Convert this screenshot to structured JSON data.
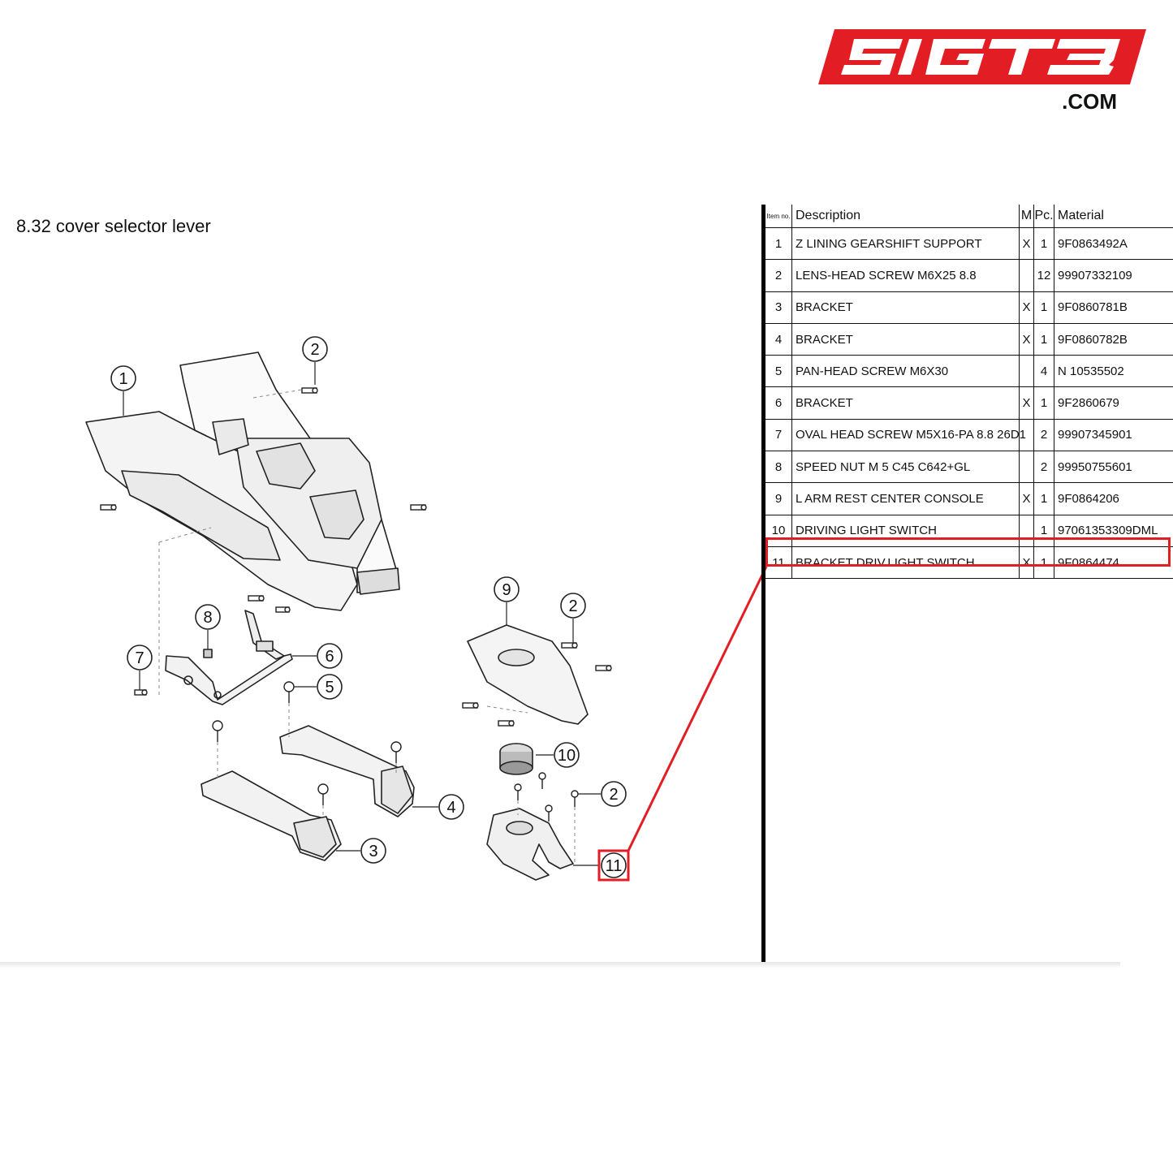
{
  "brand": {
    "logo_text": "SIGTB",
    "domain_text": ".COM",
    "accent_color": "#e31d24"
  },
  "section_title": "8.32  cover selector lever",
  "table": {
    "headers": {
      "item": "Item no.",
      "description": "Description",
      "m": "M",
      "pc": "Pc.",
      "material": "Material"
    },
    "rows": [
      {
        "item": "1",
        "description": "Z LINING GEARSHIFT SUPPORT",
        "m": "X",
        "pc": "1",
        "material": "9F0863492A"
      },
      {
        "item": "2",
        "description": "LENS-HEAD SCREW M6X25 8.8",
        "m": "",
        "pc": "12",
        "material": "99907332109"
      },
      {
        "item": "3",
        "description": "BRACKET",
        "m": "X",
        "pc": "1",
        "material": "9F0860781B"
      },
      {
        "item": "4",
        "description": "BRACKET",
        "m": "X",
        "pc": "1",
        "material": "9F0860782B"
      },
      {
        "item": "5",
        "description": "PAN-HEAD SCREW M6X30",
        "m": "",
        "pc": "4",
        "material": "N 10535502"
      },
      {
        "item": "6",
        "description": "BRACKET",
        "m": "X",
        "pc": "1",
        "material": "9F2860679"
      },
      {
        "item": "7",
        "description": "OVAL HEAD SCREW M5X16-PA 8.8 26D1",
        "m": "",
        "pc": "2",
        "material": "99907345901"
      },
      {
        "item": "8",
        "description": "SPEED NUT M 5 C45 C642+GL",
        "m": "",
        "pc": "2",
        "material": "99950755601"
      },
      {
        "item": "9",
        "description": "L ARM REST CENTER CONSOLE",
        "m": "X",
        "pc": "1",
        "material": "9F0864206"
      },
      {
        "item": "10",
        "description": "DRIVING LIGHT SWITCH",
        "m": "",
        "pc": "1",
        "material": "97061353309DML"
      },
      {
        "item": "11",
        "description": "BRACKET DRIV.LIGHT SWITCH",
        "m": "X",
        "pc": "1",
        "material": "9F0864474"
      }
    ],
    "highlighted_item": "11"
  },
  "diagram": {
    "callouts": {
      "c1": "1",
      "c2a": "2",
      "c2b": "2",
      "c2c": "2",
      "c3": "3",
      "c4": "4",
      "c5": "5",
      "c6": "6",
      "c7": "7",
      "c8": "8",
      "c9": "9",
      "c10": "10",
      "c11": "11"
    }
  }
}
